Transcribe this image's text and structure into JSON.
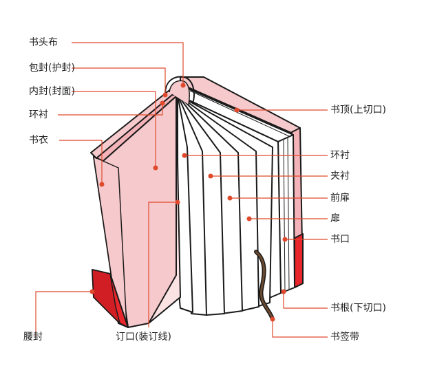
{
  "colors": {
    "leader": "#e0492c",
    "outline": "#1a1a1a",
    "pink": "#f6c9cc",
    "pink_light": "#fbe3e4",
    "pink_mid": "#f3b3b8",
    "red": "#e8262c",
    "ribbon": "#6b4a30"
  },
  "labels": {
    "headband": "书头布",
    "dust_jacket": "包封(护封)",
    "cover": "内封(封面)",
    "endpaper_left": "环衬",
    "book_cloth": "书衣",
    "belly_band": "腰封",
    "gutter": "订口(装订线)",
    "top_edge": "书顶(上切口)",
    "endpaper_right": "环衬",
    "interleaf": "夹衬",
    "front_flyleaf": "前扉",
    "flyleaf": "扉",
    "fore_edge": "书口",
    "bottom_edge": "书根(下切口)",
    "bookmark_ribbon": "书签带"
  }
}
